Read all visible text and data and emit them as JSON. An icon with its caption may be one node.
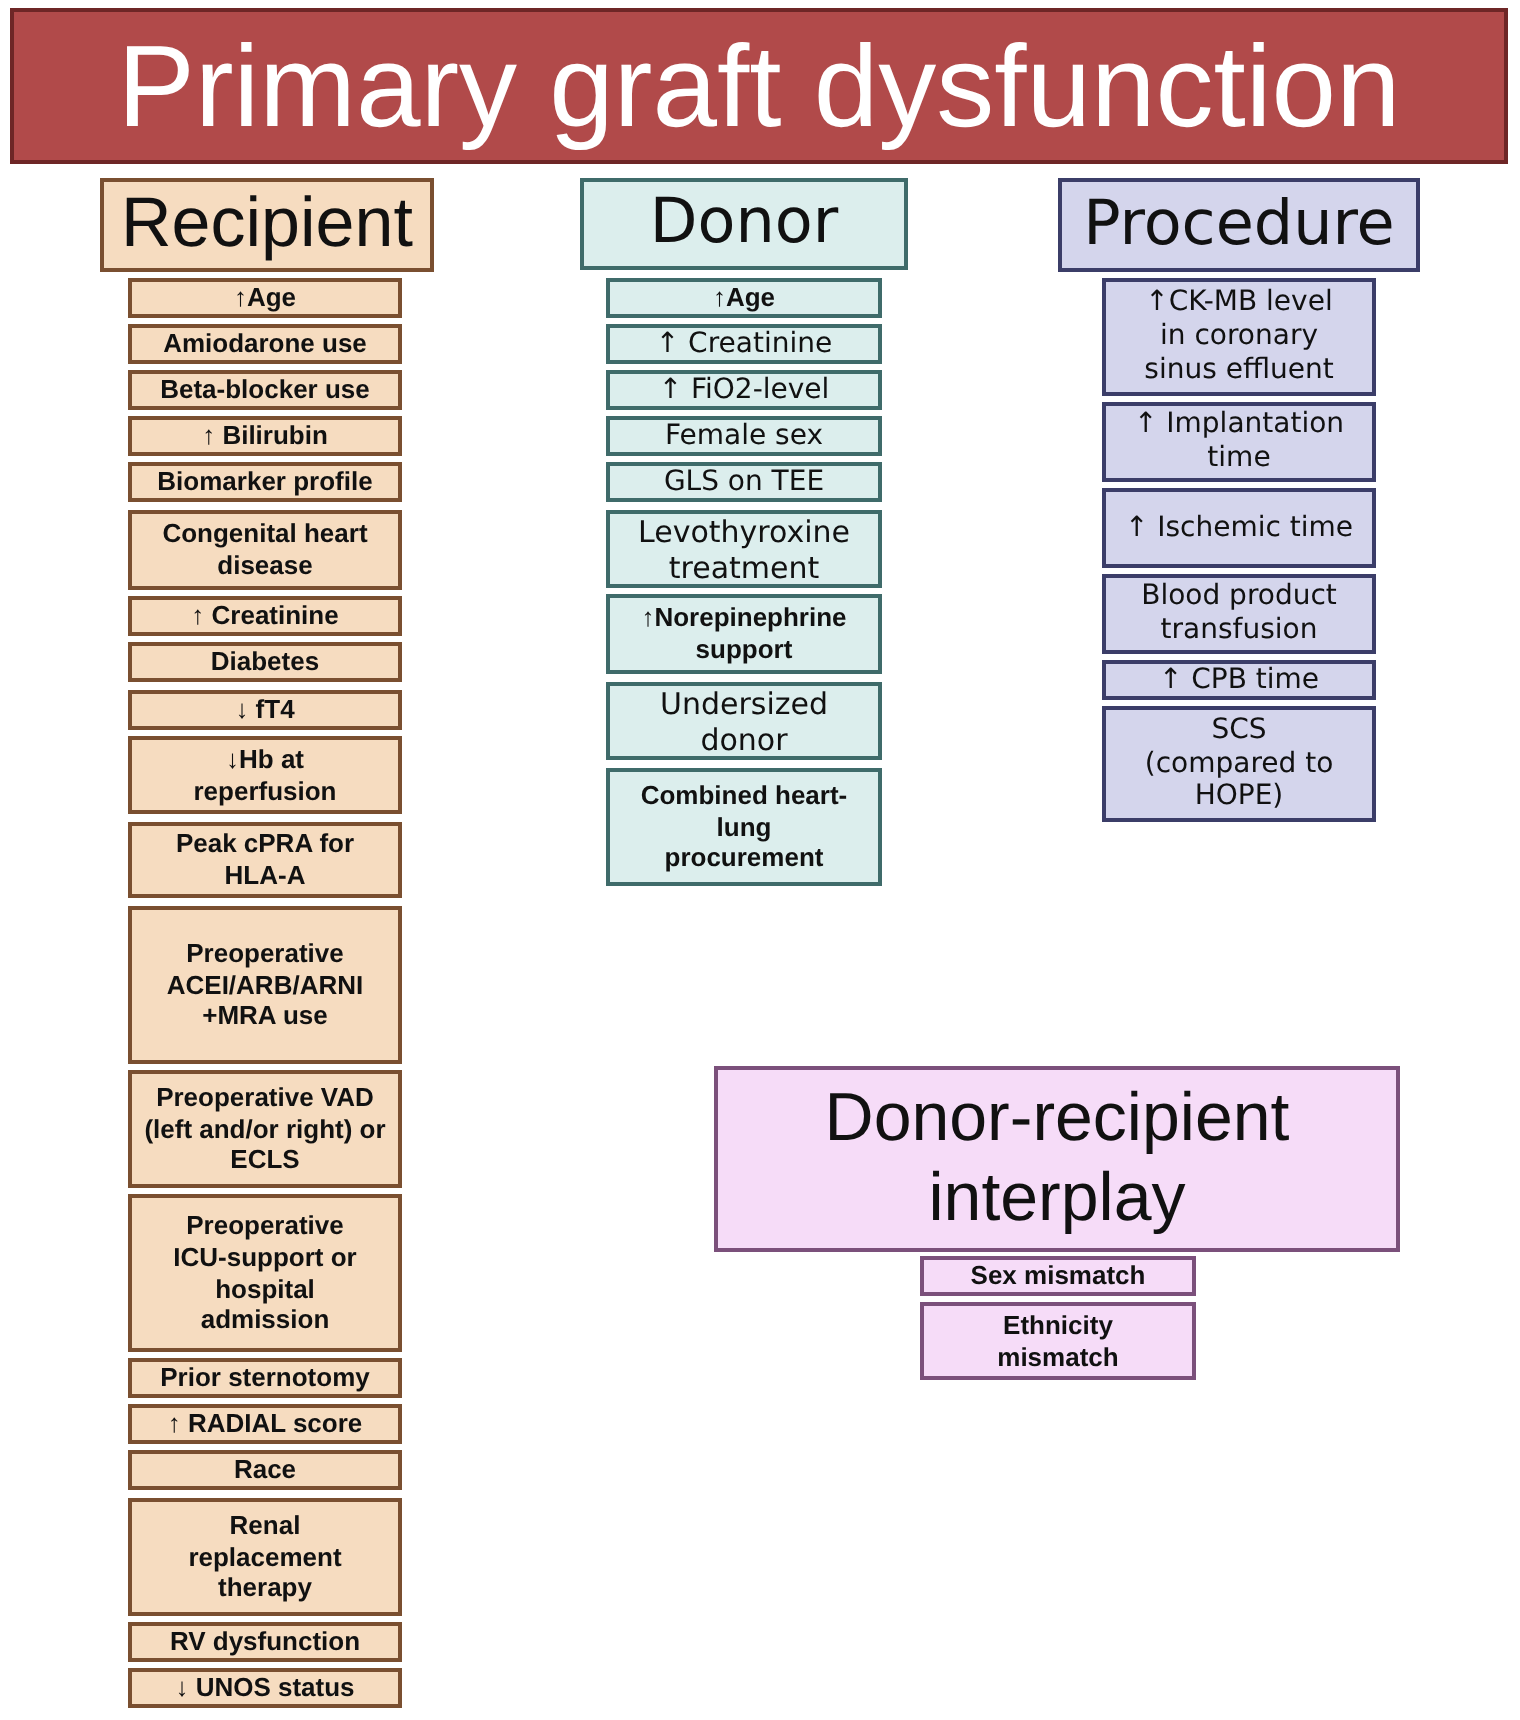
{
  "diagram": {
    "title": "Primary graft dysfunction",
    "nodes": [
      {
        "text": [
          "Recipient"
        ]
      },
      {
        "text": [
          "↑Age"
        ]
      },
      {
        "text": [
          "Amiodarone use"
        ]
      },
      {
        "text": [
          "Beta-blocker use"
        ]
      },
      {
        "text": [
          "↑ Bilirubin"
        ]
      },
      {
        "text": [
          "Biomarker profile"
        ]
      },
      {
        "text": [
          "Congenital heart disease"
        ]
      },
      {
        "text": [
          "↑ Creatinine"
        ]
      },
      {
        "text": [
          "Diabetes"
        ]
      },
      {
        "text": [
          "↓ fT4"
        ]
      },
      {
        "text": [
          "↓Hb at reperfusion"
        ]
      },
      {
        "text": [
          "Peak cPRA for HLA-A"
        ]
      },
      {
        "text": [
          "Preoperative ACEI/ARB/ARNI +MRA use"
        ]
      },
      {
        "text": [
          "Preoperative VAD (left and/or right) or ECLS"
        ]
      },
      {
        "text": [
          "Preoperative ICU-support or hospital admission"
        ]
      },
      {
        "text": [
          "Prior sternotomy"
        ]
      },
      {
        "text": [
          "↑ RADIAL score"
        ]
      },
      {
        "text": [
          "Race"
        ]
      },
      {
        "text": [
          "Renal replacement therapy"
        ]
      },
      {
        "text": [
          "RV dysfunction"
        ]
      },
      {
        "text": [
          "↓ UNOS status"
        ]
      },
      {
        "text": [
          "Donor"
        ]
      },
      {
        "text": [
          "↑Age"
        ]
      },
      {
        "text": [
          "↑ Creatinine"
        ]
      },
      {
        "text": [
          "↑ FiO2-level"
        ]
      },
      {
        "text": [
          "Female sex"
        ]
      },
      {
        "text": [
          "GLS on TEE"
        ]
      },
      {
        "text": [
          "Levothyroxine treatment"
        ]
      },
      {
        "text": [
          "↑Norepinephrine support"
        ]
      },
      {
        "text": [
          "Undersized donor"
        ]
      },
      {
        "text": [
          "Combined heart-lung procurement"
        ]
      },
      {
        "text": [
          "Procedure"
        ]
      },
      {
        "text": [
          "↑CK-MB level in coronary sinus effluent"
        ]
      },
      {
        "text": [
          "↑ Implantation time"
        ]
      },
      {
        "text": [
          "↑ Ischemic time"
        ]
      },
      {
        "text": [
          "Blood product transfusion"
        ]
      },
      {
        "text": [
          "↑ CPB time"
        ]
      },
      {
        "text": [
          "SCS (compared to HOPE)"
        ]
      },
      {
        "text": [
          "Donor-recipient interplay"
        ]
      },
      {
        "text": [
          "Sex mismatch"
        ]
      },
      {
        "text": [
          "Ethnicity mismatch"
        ]
      }
    ]
  }
}
